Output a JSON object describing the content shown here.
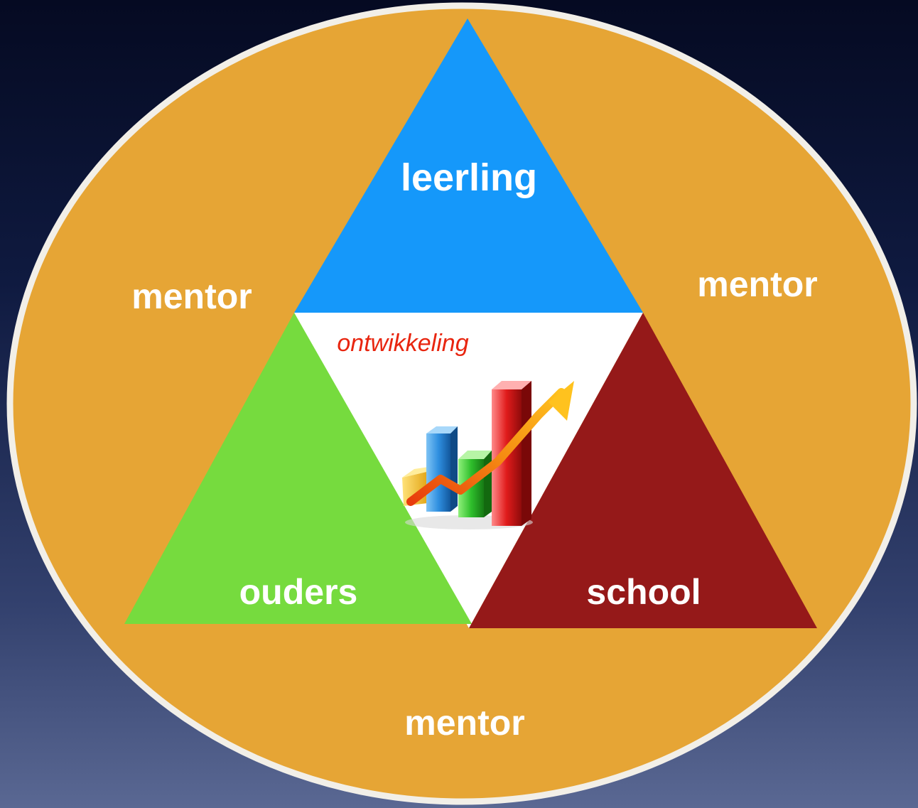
{
  "diagram": {
    "top_triangle_label": "leerling",
    "left_triangle_label": "ouders",
    "right_triangle_label": "school",
    "center_label": "ontwikkeling",
    "ring_label_left": "mentor",
    "ring_label_right": "mentor",
    "ring_label_bottom": "mentor",
    "center_icon": "growth-chart-icon"
  },
  "colors": {
    "background_top": "#050a22",
    "background_bottom": "#5a6893",
    "circle_fill": "#e6a535",
    "circle_outline": "#f2efe8",
    "top_triangle": "#1598fa",
    "left_triangle": "#76db3e",
    "right_triangle": "#951919",
    "center_triangle": "#ffffff",
    "center_label": "#e8250f"
  }
}
